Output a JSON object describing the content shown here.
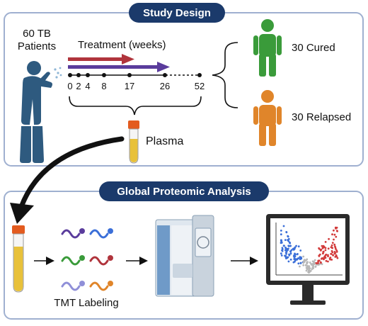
{
  "study_design": {
    "title": "Study Design",
    "patients_line1": "60 TB",
    "patients_line2": "Patients",
    "treatment_label": "Treatment (weeks)",
    "week_ticks": [
      "0",
      "2",
      "4",
      "8",
      "17",
      "26",
      "52"
    ],
    "plasma_label": "Plasma",
    "cured_label": "30 Cured",
    "relapsed_label": "30 Relapsed"
  },
  "proteomic": {
    "title": "Global Proteomic Analysis",
    "tmt_label": "TMT Labeling"
  },
  "colors": {
    "panel_border": "#9fb0d0",
    "banner_fill": "#1b3a6b",
    "patient_figure": "#2e5a7f",
    "cured": "#3a9b3a",
    "relapsed": "#e0852a",
    "arrow_red": "#b0343c",
    "arrow_purple": "#5a3c9c",
    "tube_cap": "#e35b1f",
    "tube_plasma": "#e8c13a",
    "volcano_blue": "#3b6fd8",
    "volcano_red": "#d23a3a"
  }
}
